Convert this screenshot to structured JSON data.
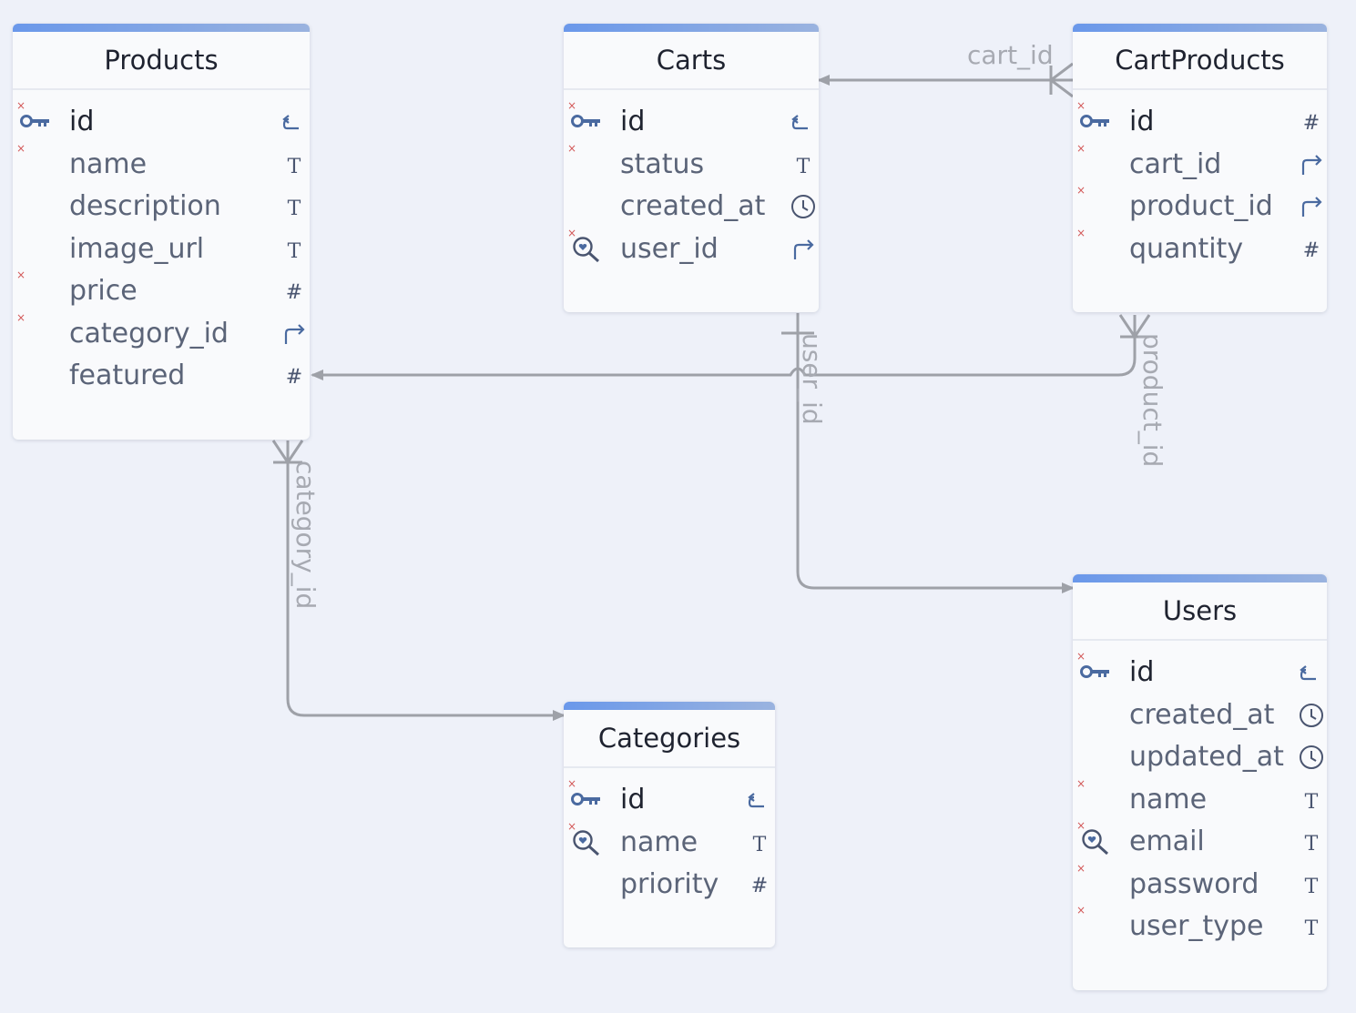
{
  "tables": {
    "products": {
      "name": "Products",
      "fields": [
        {
          "name": "id",
          "type": "primary-key",
          "not_null": true
        },
        {
          "name": "name",
          "type": "text",
          "not_null": true
        },
        {
          "name": "description",
          "type": "text",
          "not_null": false
        },
        {
          "name": "image_url",
          "type": "text",
          "not_null": false
        },
        {
          "name": "price",
          "type": "number",
          "not_null": true
        },
        {
          "name": "category_id",
          "type": "foreign-key",
          "not_null": true
        },
        {
          "name": "featured",
          "type": "number",
          "not_null": false
        }
      ]
    },
    "carts": {
      "name": "Carts",
      "fields": [
        {
          "name": "id",
          "type": "primary-key",
          "not_null": true
        },
        {
          "name": "status",
          "type": "text",
          "not_null": true
        },
        {
          "name": "created_at",
          "type": "timestamp",
          "not_null": false
        },
        {
          "name": "user_id",
          "type": "foreign-key",
          "not_null": true,
          "indexed": true
        }
      ]
    },
    "cartproducts": {
      "name": "CartProducts",
      "fields": [
        {
          "name": "id",
          "type": "number",
          "not_null": true,
          "key_icon": true
        },
        {
          "name": "cart_id",
          "type": "foreign-key",
          "not_null": true
        },
        {
          "name": "product_id",
          "type": "foreign-key",
          "not_null": true
        },
        {
          "name": "quantity",
          "type": "number",
          "not_null": true
        }
      ]
    },
    "users": {
      "name": "Users",
      "fields": [
        {
          "name": "id",
          "type": "primary-key",
          "not_null": true
        },
        {
          "name": "created_at",
          "type": "timestamp",
          "not_null": false
        },
        {
          "name": "updated_at",
          "type": "timestamp",
          "not_null": false
        },
        {
          "name": "name",
          "type": "text",
          "not_null": true
        },
        {
          "name": "email",
          "type": "text",
          "not_null": true,
          "indexed": true
        },
        {
          "name": "password",
          "type": "text",
          "not_null": true
        },
        {
          "name": "user_type",
          "type": "text",
          "not_null": true
        }
      ]
    },
    "categories": {
      "name": "Categories",
      "fields": [
        {
          "name": "id",
          "type": "primary-key",
          "not_null": true
        },
        {
          "name": "name",
          "type": "text",
          "not_null": true,
          "indexed": true
        },
        {
          "name": "priority",
          "type": "number",
          "not_null": false
        }
      ]
    }
  },
  "relations": {
    "cart_id": "cart_id",
    "product_id": "product_id",
    "user_id": "user_id",
    "category_id": "category_id"
  },
  "colors": {
    "accent": "#6a98ea",
    "edge": "#9ea1a8",
    "icon": "#4a6aa0",
    "not_null_marker": "#d35a5a"
  }
}
